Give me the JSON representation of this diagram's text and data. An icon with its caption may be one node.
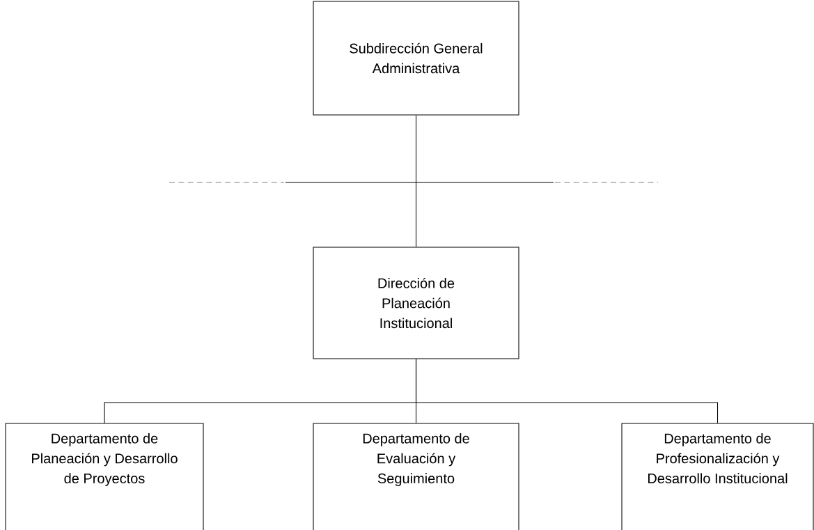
{
  "diagram": {
    "nodes": [
      {
        "text": [
          "Subdirección General Administrativa"
        ]
      },
      {
        "text": [
          "Dirección de Planeación Institucional"
        ]
      },
      {
        "text": [
          "Departamento de Planeación y Desarrollo de Proyectos"
        ]
      },
      {
        "text": [
          "Departamento de Evaluación y Seguimiento"
        ]
      },
      {
        "text": [
          "Departamento de Profesionalización y Desarrollo Institucional"
        ]
      }
    ],
    "edges": [
      {
        "from": 0,
        "to": 1,
        "arrow": "none"
      },
      {
        "from": 1,
        "to": 2,
        "arrow": "none"
      },
      {
        "from": 1,
        "to": 3,
        "arrow": "none"
      },
      {
        "from": 1,
        "to": 4,
        "arrow": "none"
      }
    ]
  }
}
